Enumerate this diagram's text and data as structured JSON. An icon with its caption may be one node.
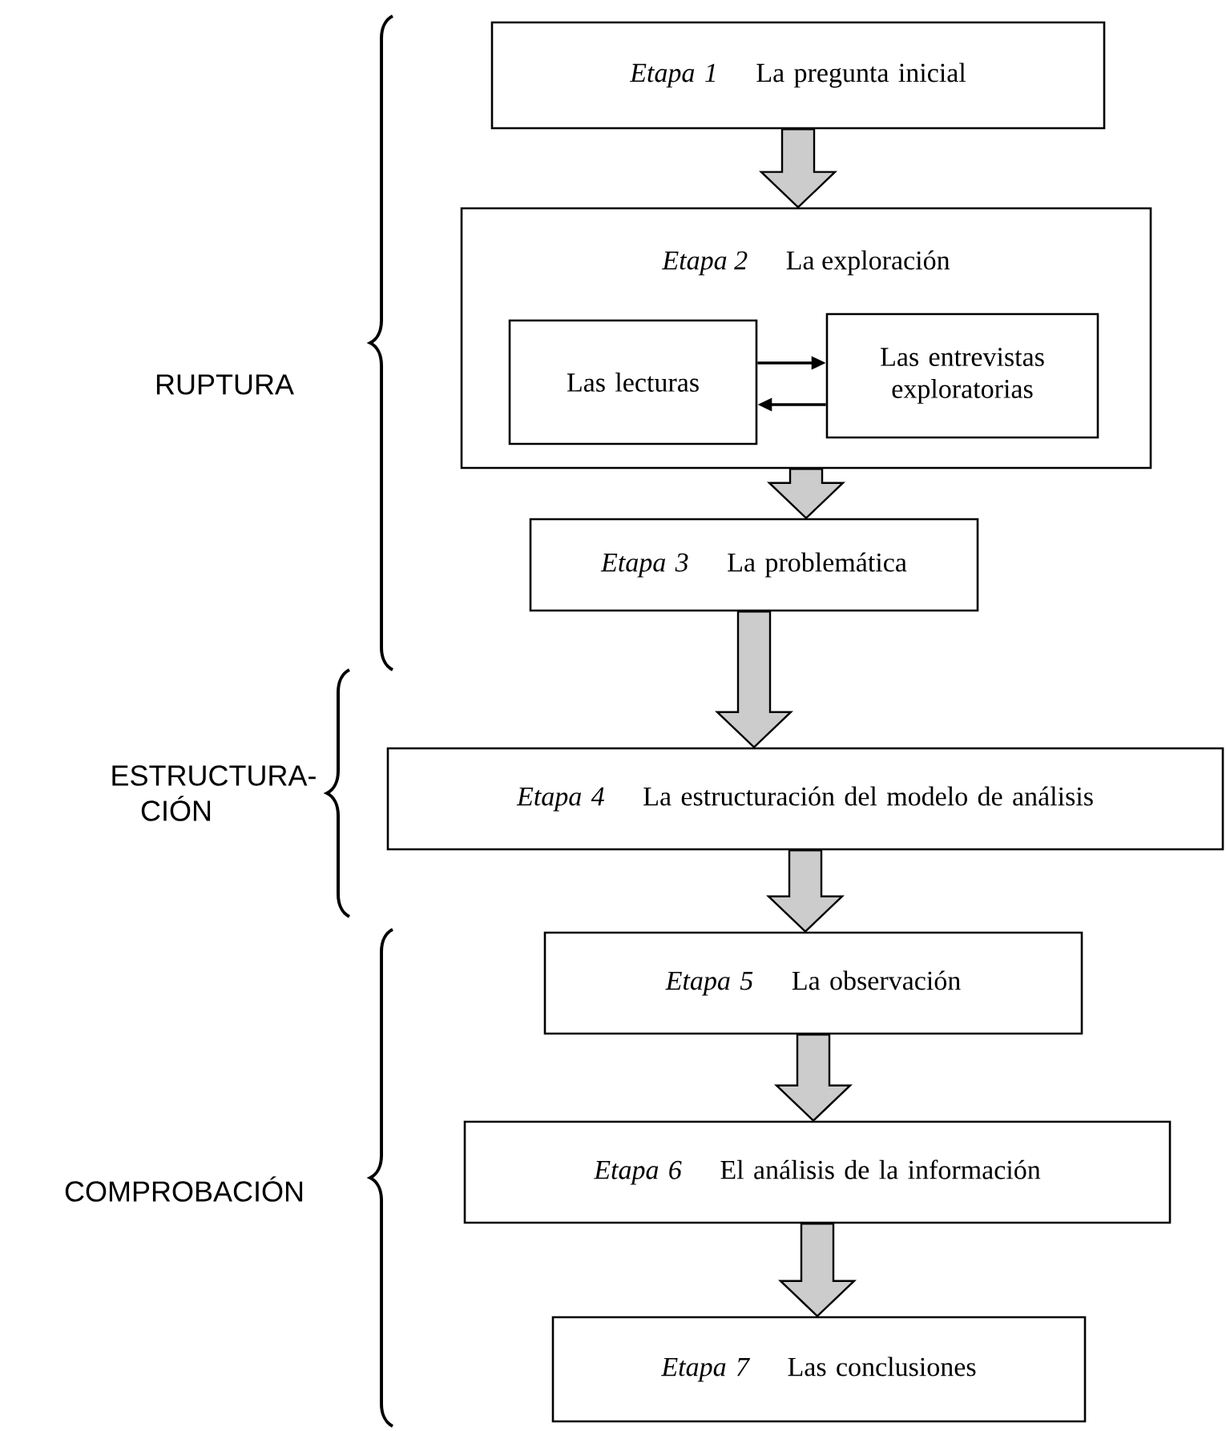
{
  "diagram": {
    "nodes": [
      {
        "text": [
          "Etapa 1",
          "La pregunta inicial"
        ]
      },
      {
        "text": [
          "Etapa 2",
          "La exploración"
        ]
      },
      {
        "text": [
          "Las lecturas"
        ],
        "in": 1
      },
      {
        "text": [
          "Las entrevistas exploratorias"
        ],
        "in": 1
      },
      {
        "text": [
          "Etapa 3",
          "La problemática"
        ]
      },
      {
        "text": [
          "Etapa 4",
          "La estructuración del modelo de análisis"
        ]
      },
      {
        "text": [
          "Etapa 5",
          "La observación"
        ]
      },
      {
        "text": [
          "Etapa 6",
          "El análisis de la información"
        ]
      },
      {
        "text": [
          "Etapa 7",
          "Las conclusiones"
        ]
      }
    ],
    "edges": [
      {
        "from": 0,
        "to": 1,
        "arrow": "to",
        "style": "thick"
      },
      {
        "from": 2,
        "to": 3,
        "arrow": "to"
      },
      {
        "from": 3,
        "to": 2,
        "arrow": "to"
      },
      {
        "from": 1,
        "to": 4,
        "arrow": "to",
        "style": "thick"
      },
      {
        "from": 4,
        "to": 5,
        "arrow": "to",
        "style": "thick"
      },
      {
        "from": 5,
        "to": 6,
        "arrow": "to",
        "style": "thick"
      },
      {
        "from": 6,
        "to": 7,
        "arrow": "to",
        "style": "thick"
      },
      {
        "from": 7,
        "to": 8,
        "arrow": "to",
        "style": "thick"
      }
    ],
    "labels": [
      "RUPTURA",
      "ESTRUCTURA- CIÓN",
      "COMPROBACIÓN"
    ]
  }
}
